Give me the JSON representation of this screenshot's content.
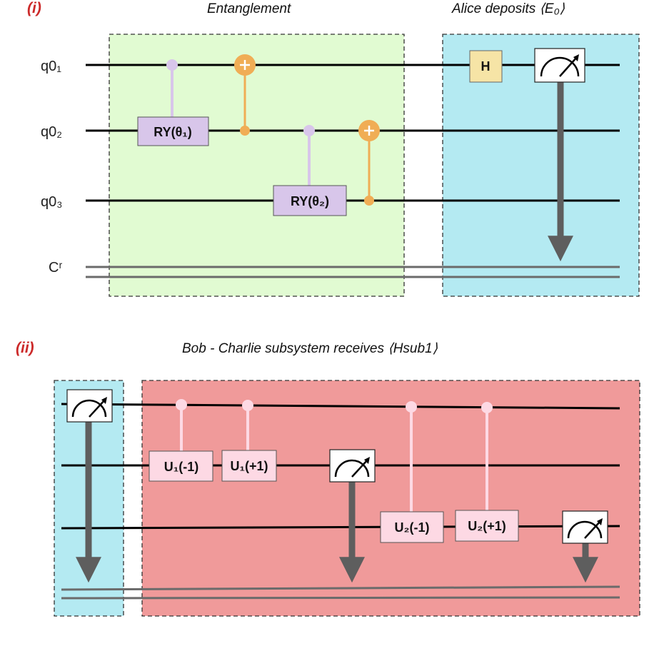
{
  "panel_i": {
    "label": "(i)",
    "entanglement_title": "Entanglement",
    "alice_title": "Alice deposits ⟨E₀⟩",
    "qubits": [
      "q0₁",
      "q0₂",
      "q0₃"
    ],
    "classical": "Cʳ",
    "gates": {
      "ry1": "RY(θ₁)",
      "ry2": "RY(θ₂)",
      "h": "H"
    }
  },
  "panel_ii": {
    "label": "(ii)",
    "title": "Bob - Charlie subsystem receives ⟨Hsub1⟩",
    "gates": {
      "u1_minus": "U₁(-1)",
      "u1_plus": "U₁(+1)",
      "u2_minus": "U₂(-1)",
      "u2_plus": "U₂(+1)"
    }
  },
  "colors": {
    "entanglement_bg": "#e1fbd2",
    "alice_bg": "#b4eaf2",
    "bob_bg": "#f09a9a",
    "ry_gate": "#d8c6ea",
    "cnot": "#f0ad55",
    "h_gate": "#f6e4a6",
    "u_gate": "#fdd9e4",
    "classical": "#6b6b6b"
  }
}
